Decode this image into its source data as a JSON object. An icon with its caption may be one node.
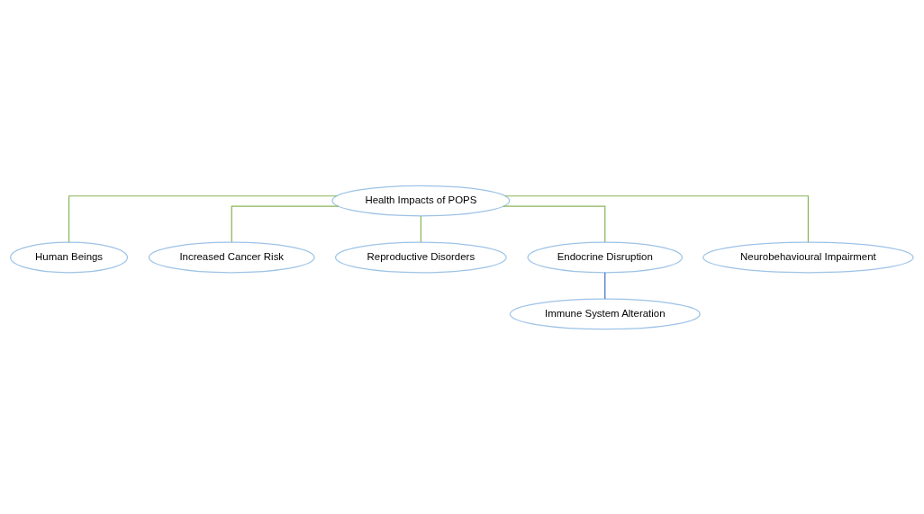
{
  "diagram": {
    "nodes": [
      {
        "text": [
          "Health Impacts of POPS"
        ]
      },
      {
        "text": [
          "Human Beings"
        ]
      },
      {
        "text": [
          "Increased Cancer Risk"
        ]
      },
      {
        "text": [
          "Reproductive Disorders"
        ]
      },
      {
        "text": [
          "Endocrine Disruption"
        ]
      },
      {
        "text": [
          "Neurobehavioural Impairment"
        ]
      },
      {
        "text": [
          "Immune System Alteration"
        ]
      }
    ],
    "edges": [
      {
        "from": 0,
        "to": 1,
        "arrow": "none"
      },
      {
        "from": 0,
        "to": 2,
        "arrow": "none"
      },
      {
        "from": 0,
        "to": 3,
        "arrow": "none"
      },
      {
        "from": 0,
        "to": 4,
        "arrow": "none"
      },
      {
        "from": 0,
        "to": 5,
        "arrow": "none"
      },
      {
        "from": 4,
        "to": 6,
        "arrow": "none",
        "color": "#4472c4"
      }
    ]
  }
}
